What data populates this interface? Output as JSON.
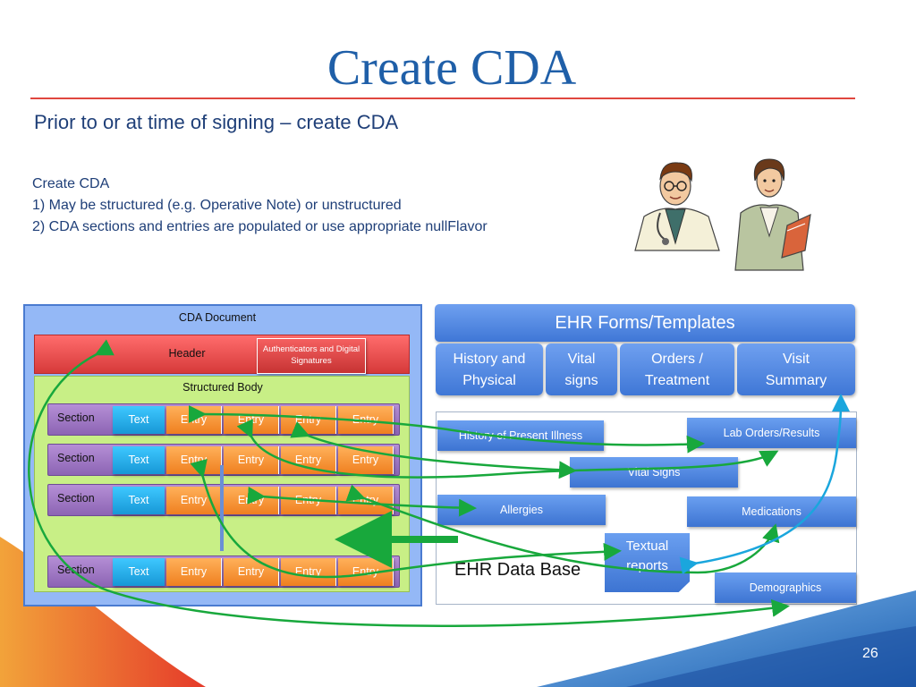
{
  "slide": {
    "title": "Create CDA",
    "subtitle": "Prior to or at time of signing – create CDA",
    "notes": [
      "Create CDA",
      "1) May be structured (e.g. Operative Note) or unstructured",
      "2) CDA sections and entries are populated or use appropriate nullFlavor"
    ],
    "page_number": "26"
  },
  "cda": {
    "document_label": "CDA Document",
    "header_label": "Header",
    "auth_label": "Authenticators and Digital Signatures",
    "body_label": "Structured Body",
    "sections": [
      {
        "label": "Section",
        "text": "Text",
        "entries": [
          "Entry",
          "Entry",
          "Entry",
          "Entry"
        ]
      },
      {
        "label": "Section",
        "text": "Text",
        "entries": [
          "Entry",
          "Entry",
          "Entry",
          "Entry"
        ]
      },
      {
        "label": "Section",
        "text": "Text",
        "entries": [
          "Entry",
          "Entry",
          "Entry",
          "Entry"
        ]
      },
      {
        "label": "Section",
        "text": "Text",
        "entries": [
          "Entry",
          "Entry",
          "Entry",
          "Entry"
        ]
      }
    ]
  },
  "ehr": {
    "forms_title": "EHR Forms/Templates",
    "forms": [
      {
        "line1": "History and",
        "line2": "Physical"
      },
      {
        "line1": "Vital",
        "line2": "signs"
      },
      {
        "line1": "Orders /",
        "line2": "Treatment"
      },
      {
        "line1": "Visit",
        "line2": "Summary"
      }
    ],
    "database_label": "EHR Data Base",
    "db_items": {
      "history": "History of Present Illness",
      "lab": "Lab Orders/Results",
      "vital": "Vital Signs",
      "allergies": "Allergies",
      "medications": "Medications",
      "textual1": "Textual",
      "textual2": "reports",
      "demographics": "Demographics"
    }
  },
  "colors": {
    "title": "#1f5fa8",
    "rule": "#e0473f",
    "green_arrow": "#18a83c",
    "blue_arrow": "#1aa6dd"
  },
  "icons": [
    "doctor-male-icon",
    "doctor-female-icon"
  ]
}
